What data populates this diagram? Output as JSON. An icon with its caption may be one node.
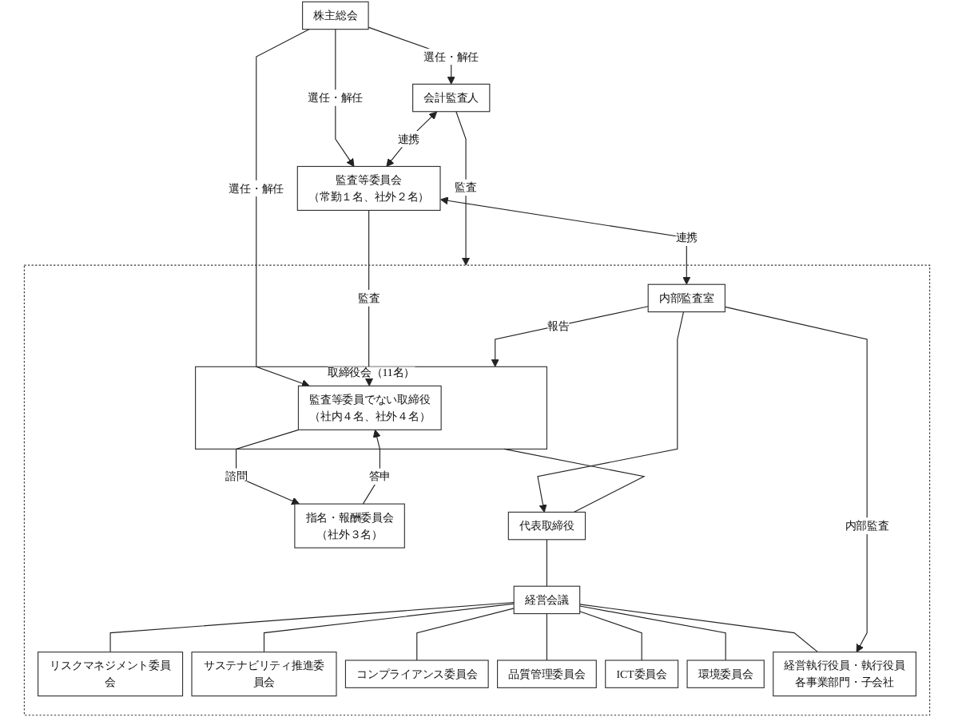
{
  "diagram": {
    "nodes": [
      {
        "text": [
          "株主総会"
        ]
      },
      {
        "text": [
          "会計監査人"
        ]
      },
      {
        "text": [
          "監査等委員会",
          "（常勤１名、社外２名）"
        ]
      },
      {
        "text": [],
        "shape": "box"
      },
      {
        "text": [
          "取締役会（11名）"
        ],
        "in": 3
      },
      {
        "text": [
          "監査等委員でない取締役",
          "（社内４名、社外４名）"
        ],
        "in": 4
      },
      {
        "text": [
          "指名・報酬委員会",
          "（社外３名）"
        ],
        "in": 3
      },
      {
        "text": [
          "代表取締役"
        ],
        "in": 3
      },
      {
        "text": [
          "経営会議"
        ],
        "in": 3
      },
      {
        "text": [
          "リスクマネジメント委員会"
        ],
        "in": 3
      },
      {
        "text": [
          "サステナビリティ推進委員会"
        ],
        "in": 3
      },
      {
        "text": [
          "コンプライアンス委員会"
        ],
        "in": 3
      },
      {
        "text": [
          "品質管理委員会"
        ],
        "in": 3
      },
      {
        "text": [
          "ICT委員会"
        ],
        "in": 3
      },
      {
        "text": [
          "環境委員会"
        ],
        "in": 3
      },
      {
        "text": [
          "内部監査室"
        ],
        "in": 3
      },
      {
        "text": [
          "経営執行役員・執行役員",
          "各事業部門・子会社"
        ],
        "in": 3
      }
    ],
    "edges": [
      {
        "from": 0,
        "to": 1,
        "arrow": "to",
        "label": "選任・解任"
      },
      {
        "from": 0,
        "to": 2,
        "arrow": "to",
        "label": "選任・解任"
      },
      {
        "from": 0,
        "to": 5,
        "arrow": "to",
        "label": "選任・解任"
      },
      {
        "from": 1,
        "to": 2,
        "arrow": "both",
        "label": "連携"
      },
      {
        "from": 1,
        "to": 3,
        "arrow": "to",
        "label": "監査"
      },
      {
        "from": 2,
        "to": 5,
        "arrow": "to",
        "label": "監査"
      },
      {
        "from": 5,
        "to": 6,
        "arrow": "to",
        "label": "諮問"
      },
      {
        "from": 6,
        "to": 5,
        "arrow": "to",
        "label": "答申"
      },
      {
        "from": 2,
        "to": 15,
        "arrow": "both",
        "label": "連携"
      },
      {
        "from": 15,
        "to": 4,
        "arrow": "to",
        "label": "報告"
      },
      {
        "from": 15,
        "to": 7,
        "arrow": "to"
      },
      {
        "from": 4,
        "to": 7,
        "arrow": "none"
      },
      {
        "from": 7,
        "to": 8,
        "arrow": "none"
      },
      {
        "from": 8,
        "to": 9,
        "arrow": "none"
      },
      {
        "from": 8,
        "to": 10,
        "arrow": "none"
      },
      {
        "from": 8,
        "to": 11,
        "arrow": "none"
      },
      {
        "from": 8,
        "to": 12,
        "arrow": "none"
      },
      {
        "from": 8,
        "to": 13,
        "arrow": "none"
      },
      {
        "from": 8,
        "to": 14,
        "arrow": "none"
      },
      {
        "from": 8,
        "to": 16,
        "arrow": "none"
      },
      {
        "from": 15,
        "to": 16,
        "arrow": "to",
        "label": "内部監査"
      }
    ]
  }
}
